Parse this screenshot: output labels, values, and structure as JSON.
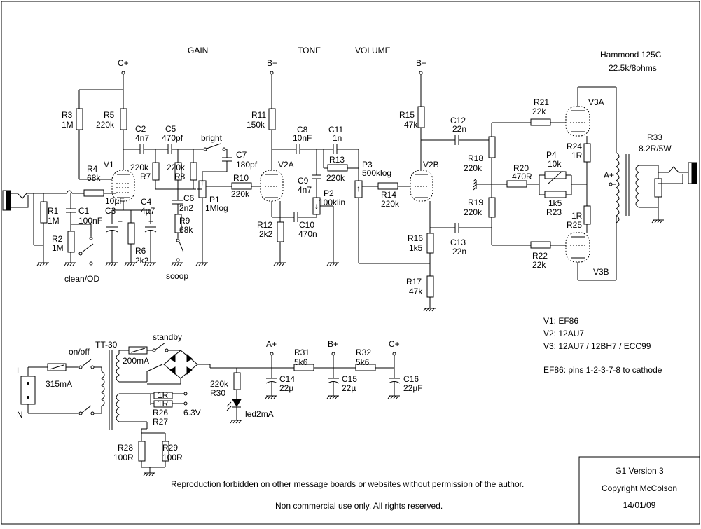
{
  "labels": {
    "gain": "GAIN",
    "tone": "TONE",
    "volume": "VOLUME",
    "transformer_name": "Hammond 125C",
    "transformer_ratio": "22.5k/8ohms",
    "cplus_top": "C+",
    "bplus_v2a": "B+",
    "bplus_v2b": "B+",
    "r3": "R3",
    "r3v": "1M",
    "r5": "R5",
    "r5v": "220k",
    "c2": "C2",
    "c2v": "4n7",
    "c5": "C5",
    "c5v": "470pf",
    "bright": "bright",
    "c7": "C7",
    "c7v": "180pf",
    "r4": "R4",
    "r4v": "68k",
    "v1": "V1",
    "r220a": "220k",
    "r7": "R7",
    "r220b": "220k",
    "r8": "R8",
    "r10": "R10",
    "r10v": "220k",
    "p1": "P1",
    "p1v": "1Mlog",
    "c6": "C6",
    "c6v": "2n2",
    "r9": "R9",
    "r9v": "68k",
    "scoop": "scoop",
    "r1": "R1",
    "r1v": "1M",
    "c1": "C1",
    "c1v": "100nF",
    "c3": "C3",
    "c3v": "10µF",
    "c4": "C4",
    "c4v": "4µ7",
    "r2": "R2",
    "r2v": "1M",
    "r6": "R6",
    "r6v": "2k2",
    "clean_od": "clean/OD",
    "r11": "R11",
    "r11v": "150k",
    "v2a": "V2A",
    "c8": "C8",
    "c8v": "10nF",
    "c11": "C11",
    "c11v": "1n",
    "r13": "R13",
    "r13v": "220k",
    "c9": "C9",
    "c9v": "4n7",
    "p2": "P2",
    "p2v": "100klin",
    "r12": "R12",
    "r12v": "2k2",
    "c10": "C10",
    "c10v": "470n",
    "p3": "P3",
    "p3v": "500klog",
    "r14": "R14",
    "r14v": "220k",
    "r15": "R15",
    "r15v": "47k",
    "v2b": "V2B",
    "r16": "R16",
    "r16v": "1k5",
    "r17": "R17",
    "r17v": "47k",
    "c12": "C12",
    "c12v": "22n",
    "c13": "C13",
    "c13v": "22n",
    "r18": "R18",
    "r18v": "220k",
    "r19": "R19",
    "r19v": "220k",
    "r20": "R20",
    "r20v": "470R",
    "r21": "R21",
    "r21v": "22k",
    "r22": "R22",
    "r22v": "22k",
    "p4": "P4",
    "p4v": "10k",
    "r23v": "1k5",
    "r23": "R23",
    "r24": "R24",
    "r24v": "1R",
    "r25v": "1R",
    "r25": "R25",
    "v3a": "V3A",
    "v3b": "V3B",
    "aplus_ot": "A+",
    "r33": "R33",
    "r33v": "8.2R/5W",
    "tube_v1": "V1: EF86",
    "tube_v2": "V2: 12AU7",
    "tube_v3": "V3: 12AU7 / 12BH7 / ECC99",
    "ef86_note": "EF86: pins 1-2-3-7-8 to cathode",
    "tt30": "TT-30",
    "standby": "standby",
    "on_off": "on/off",
    "fuse2": "200mA",
    "fuse1": "315mA",
    "mains_l": "L",
    "mains_n": "N",
    "r26a": "1R",
    "r26b": "1R",
    "r26": "R26",
    "r27": "R27",
    "heater": "6.3V",
    "r28": "R28",
    "r28v": "100R",
    "r29": "R29",
    "r29v": "100R",
    "r30v": "220k",
    "r30": "R30",
    "led": "led2mA",
    "aplus_ps": "A+",
    "bplus_ps": "B+",
    "cplus_ps": "C+",
    "r31": "R31",
    "r31v": "5k6",
    "r32": "R32",
    "r32v": "5k6",
    "c14": "C14",
    "c14v": "22µ",
    "c15": "C15",
    "c15v": "22µ",
    "c16": "C16",
    "c16v": "22µF",
    "notice1": "Reproduction forbidden on other message boards or websites without permission of the author.",
    "notice2": "Non commercial use only. All rights reserved.",
    "title": "G1 Version 3",
    "copyright": "Copyright McColson",
    "date": "14/01/09"
  }
}
